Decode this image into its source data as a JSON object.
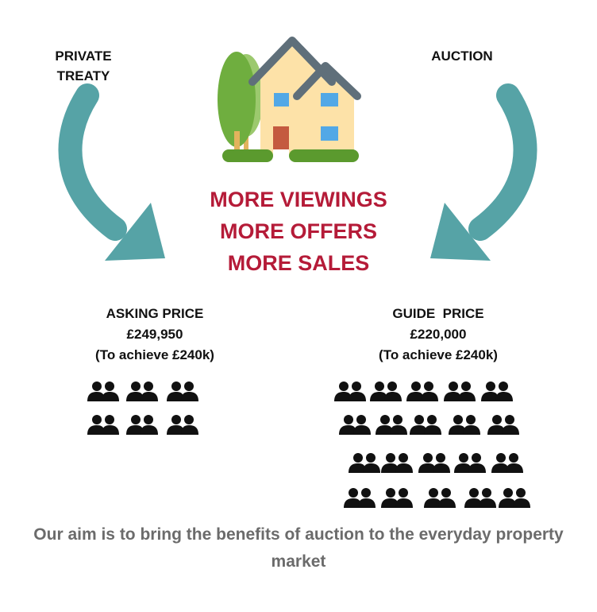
{
  "left_label": "PRIVATE\nTREATY",
  "right_label": "AUCTION",
  "headline": [
    "MORE VIEWINGS",
    "MORE OFFERS",
    "MORE SALES"
  ],
  "left": {
    "title": "ASKING PRICE",
    "price": "£249,950",
    "note": "(To achieve £240k)",
    "people_groups": 6
  },
  "right": {
    "title": "GUIDE  PRICE",
    "price": "£220,000",
    "note": "(To achieve £240k)",
    "people_groups": 20
  },
  "caption": "Our aim is to bring the benefits of auction to the everyday property market",
  "colors": {
    "arrow": "#56a3a6",
    "headline": "#b51b38",
    "house_wall": "#fde2a8",
    "roof": "#5f6f7a",
    "window": "#52a8e6",
    "door": "#c45a3f",
    "tree_dark": "#6fae3f",
    "tree_light": "#9cc96e",
    "grass": "#5b9a2e",
    "caption": "#6b6b6b"
  },
  "icons": [
    "house-icon",
    "curved-arrow-icon",
    "people-group-icon"
  ]
}
